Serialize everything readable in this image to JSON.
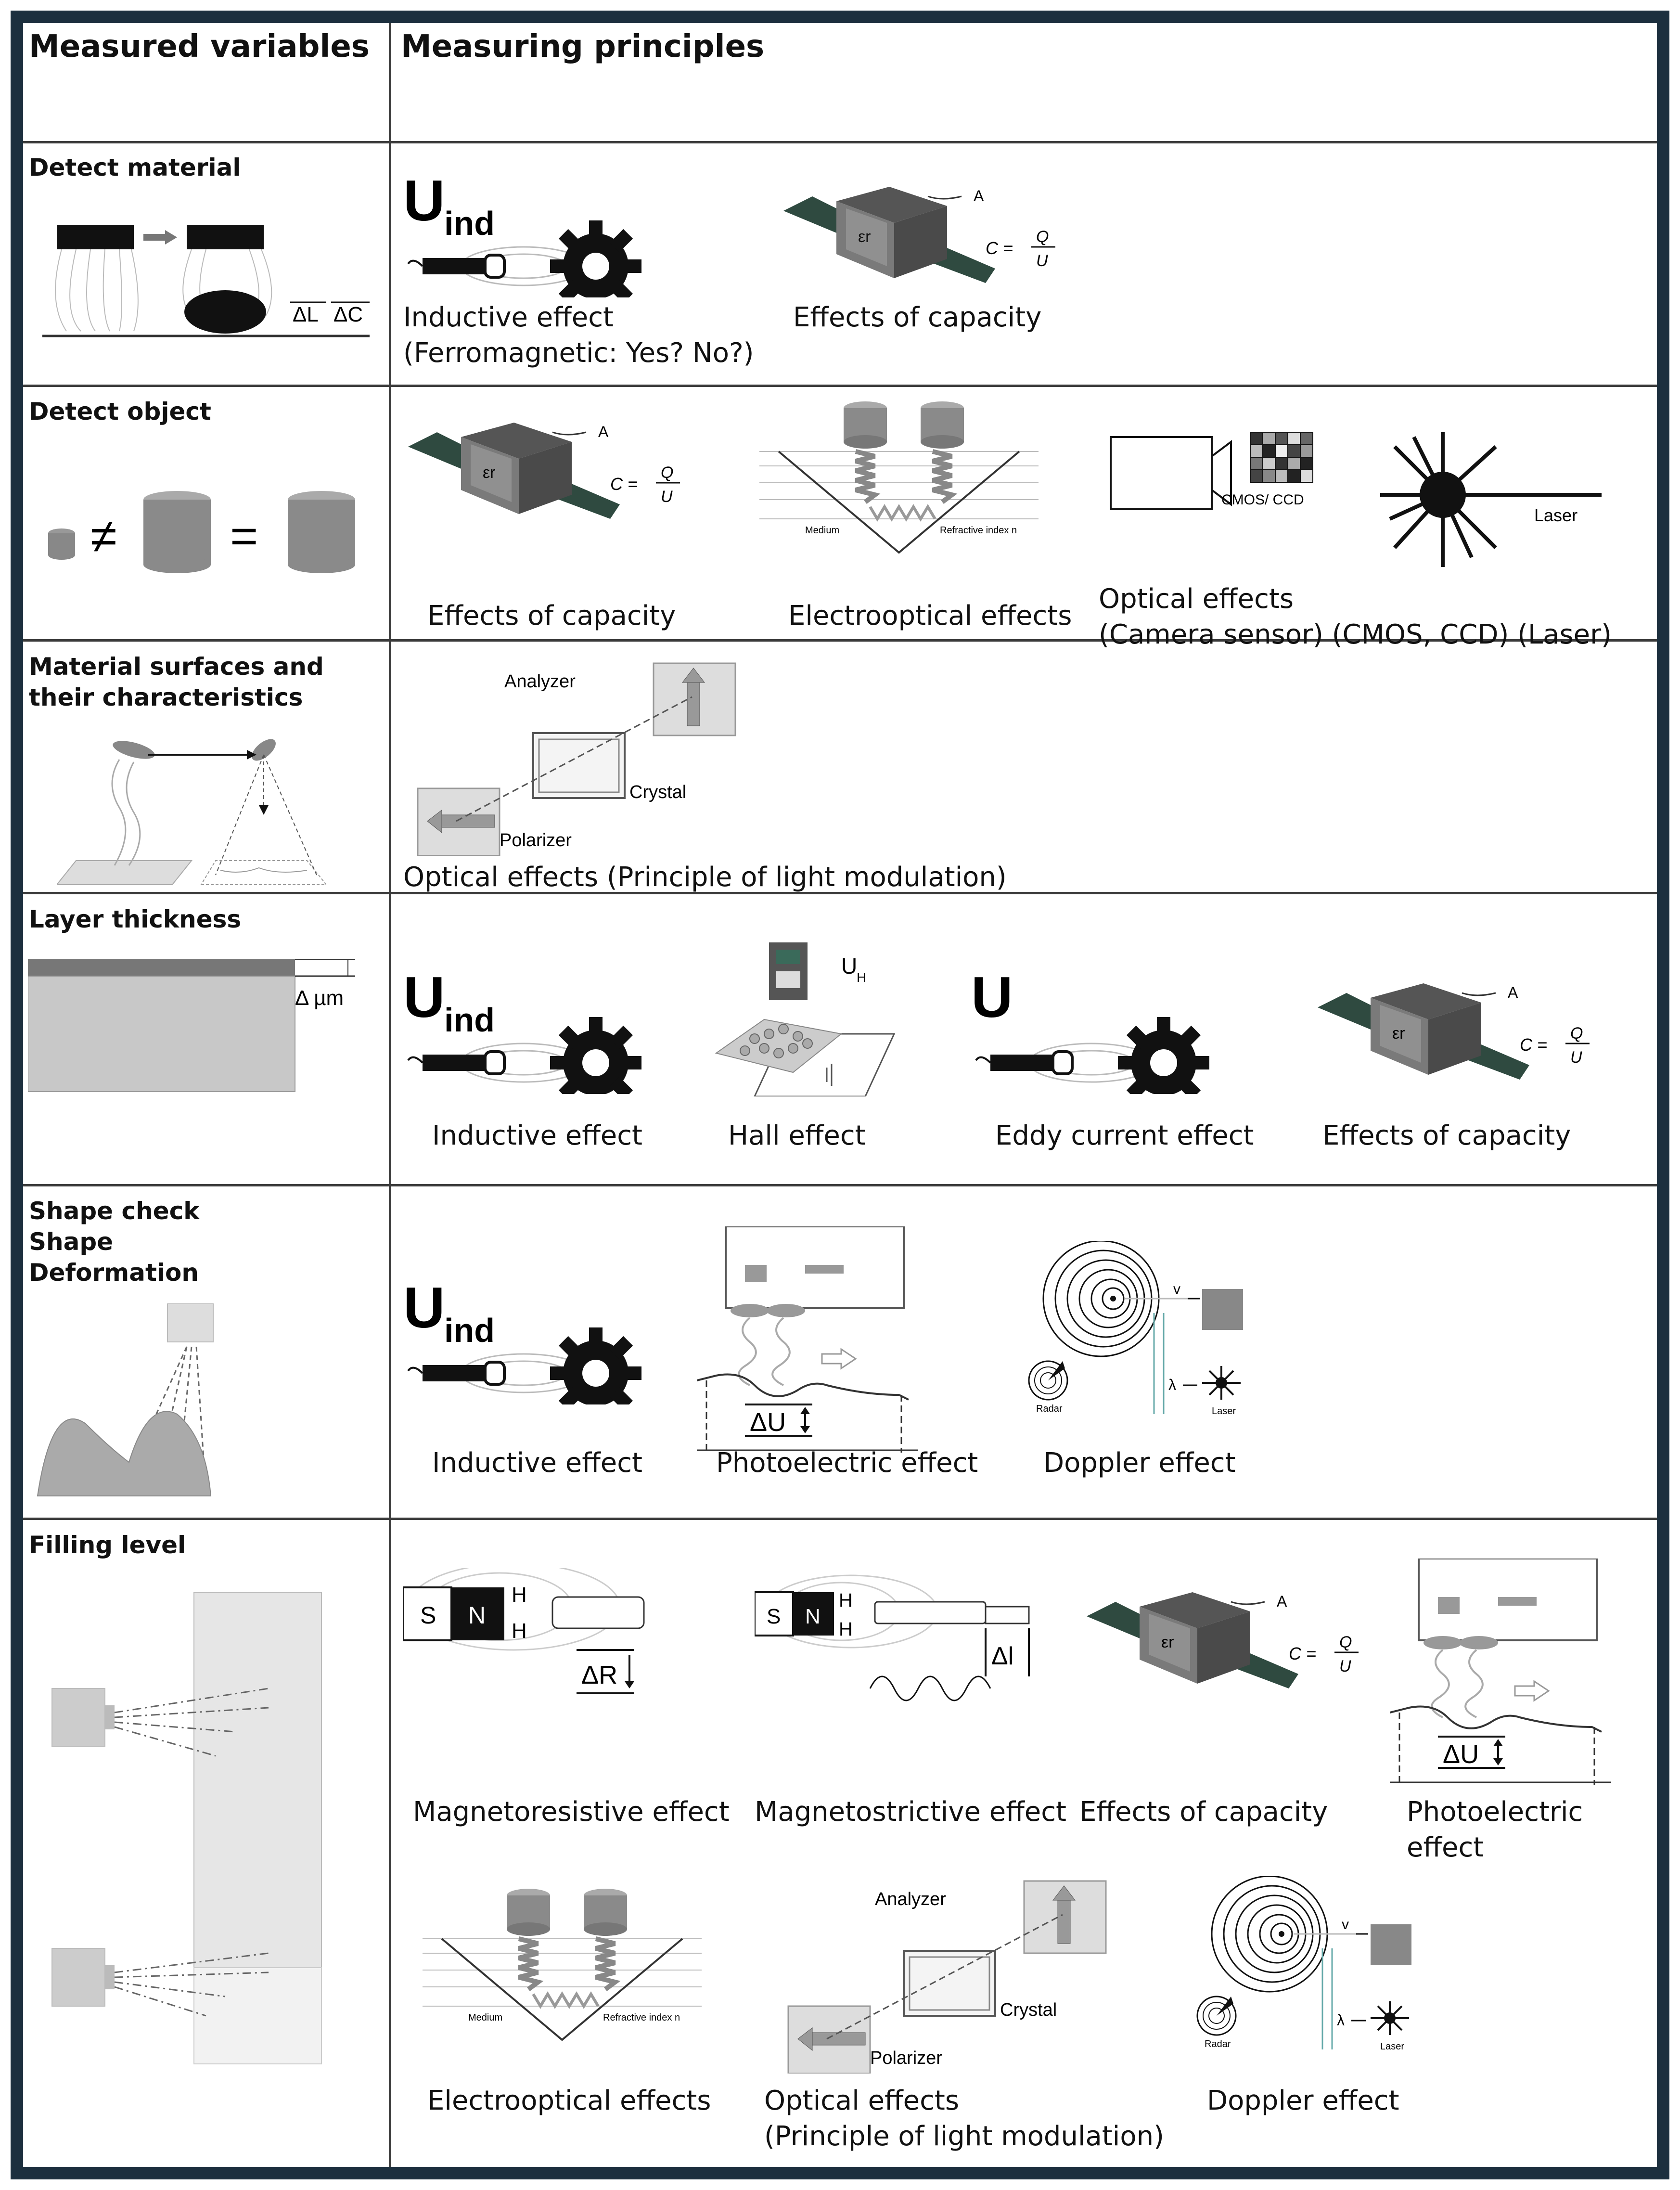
{
  "headers": {
    "variables": "Measured variables",
    "principles": "Measuring principles"
  },
  "rows": [
    {
      "title": "Detect material",
      "items": [
        "Inductive effect\n(Ferromagnetic: Yes? No?)",
        "Effects of capacity"
      ]
    },
    {
      "title": "Detect object",
      "items": [
        "Effects of capacity",
        "Electrooptical effects",
        "Optical effects\n(Camera sensor) (CMOS, CCD) (Laser)"
      ]
    },
    {
      "title": "Material surfaces and\ntheir characteristics",
      "items": [
        "Optical effects (Principle of light modulation)"
      ]
    },
    {
      "title": "Layer thickness",
      "items": [
        "Inductive effect",
        "Hall effect",
        "Eddy current effect",
        "Effects of capacity"
      ]
    },
    {
      "title": "Shape check\nShape\nDeformation",
      "items": [
        "Inductive effect",
        "Photoelectric effect",
        "Doppler effect"
      ]
    },
    {
      "title": "Filling level",
      "items": [
        "Magnetoresistive effect",
        "Magnetostrictive effect",
        "Effects of capacity",
        "Photoelectric effect",
        "Electrooptical effects",
        "Optical effects\n(Principle of light modulation)",
        "Doppler effect"
      ]
    }
  ],
  "figure_labels": {
    "u_ind": "U",
    "ind_sub": "ind",
    "u_plain": "U",
    "u_h": "U",
    "h_sub": "H",
    "cap_area": "A",
    "cap_eps": "εr",
    "cap_formula_c": "C =",
    "cap_q": "Q",
    "cap_u": "U",
    "delta_l": "ΔL",
    "delta_c": "ΔC",
    "neq": "≠",
    "eq": "=",
    "medium": "Medium",
    "refractive": "Refractive index n",
    "cmos": "CMOS/ CCD",
    "laser": "Laser",
    "analyzer": "Analyzer",
    "crystal": "Crystal",
    "polarizer": "Polarizer",
    "delta_um": "Δ µm",
    "delta_u": "ΔU",
    "v": "v",
    "lambda": "λ",
    "radar": "Radar",
    "s": "S",
    "n": "N",
    "h": "H",
    "delta_r": "ΔR",
    "delta_l2": "Δl"
  },
  "colors": {
    "frame": "#1c2f3e",
    "sensor_body": "#2f4a40",
    "cube": "#6e6e6e"
  }
}
